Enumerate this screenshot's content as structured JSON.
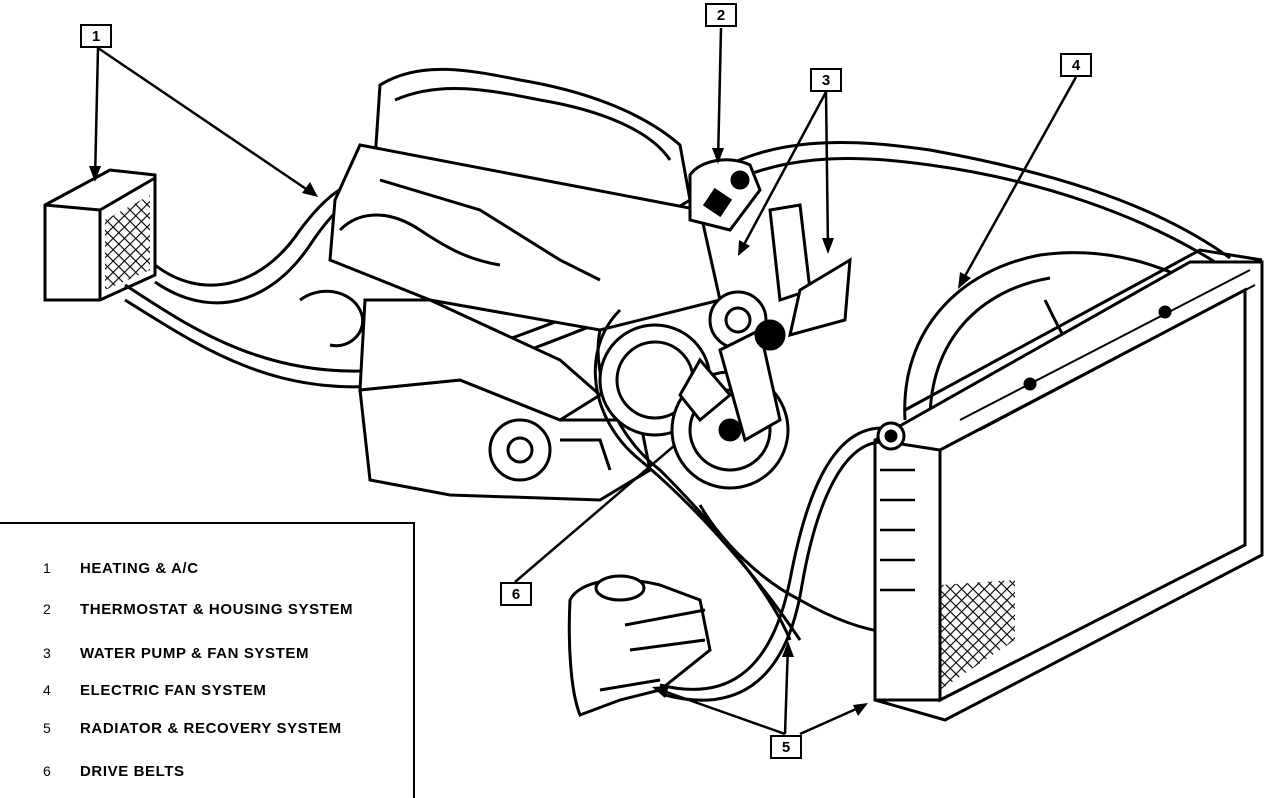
{
  "callouts": [
    "1",
    "2",
    "3",
    "4",
    "5",
    "6"
  ],
  "legend": [
    {
      "num": "1",
      "text": "HEATING & A/C"
    },
    {
      "num": "2",
      "text": "THERMOSTAT & HOUSING SYSTEM"
    },
    {
      "num": "3",
      "text": "WATER PUMP & FAN SYSTEM"
    },
    {
      "num": "4",
      "text": "ELECTRIC FAN SYSTEM"
    },
    {
      "num": "5",
      "text": "RADIATOR & RECOVERY SYSTEM"
    },
    {
      "num": "6",
      "text": "DRIVE BELTS"
    }
  ]
}
